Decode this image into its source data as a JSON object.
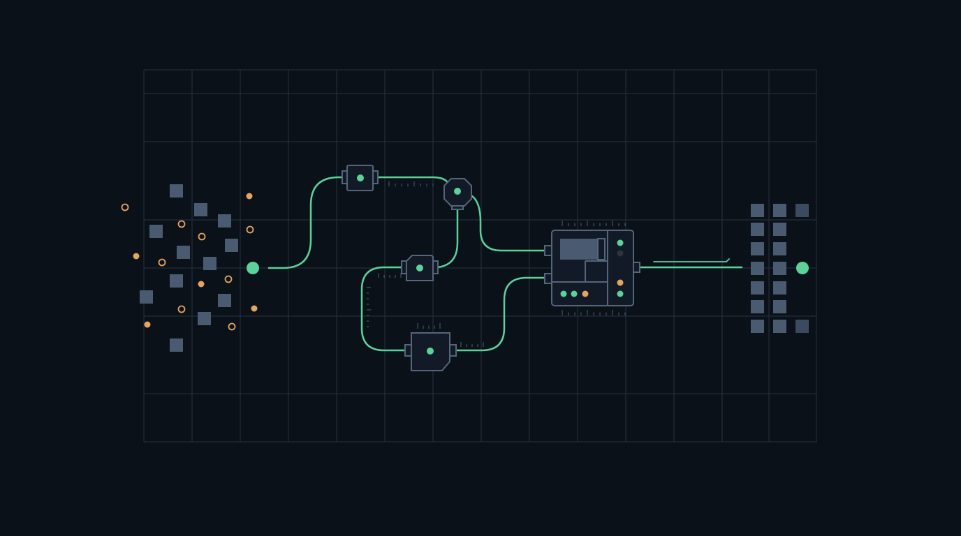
{
  "colors": {
    "background": "#0b1119",
    "grid": "#2a3644",
    "node_stroke": "#55657a",
    "node_fill": "#111a26",
    "square": "#4a5a70",
    "accent_green": "#5cd29a",
    "accent_orange": "#e5a45f",
    "dark_dot": "#2b3542"
  },
  "icons": {
    "input_cluster": "scattered-data-squares-icon",
    "output_grid": "structured-data-grid-icon",
    "processor": "processor-module-icon",
    "node": "pipeline-node-icon"
  },
  "nodes": [
    {
      "name": "pipeline-node-top"
    },
    {
      "name": "pipeline-node-octagon"
    },
    {
      "name": "pipeline-node-middle"
    },
    {
      "name": "pipeline-node-bottom"
    },
    {
      "name": "processor-module"
    }
  ]
}
